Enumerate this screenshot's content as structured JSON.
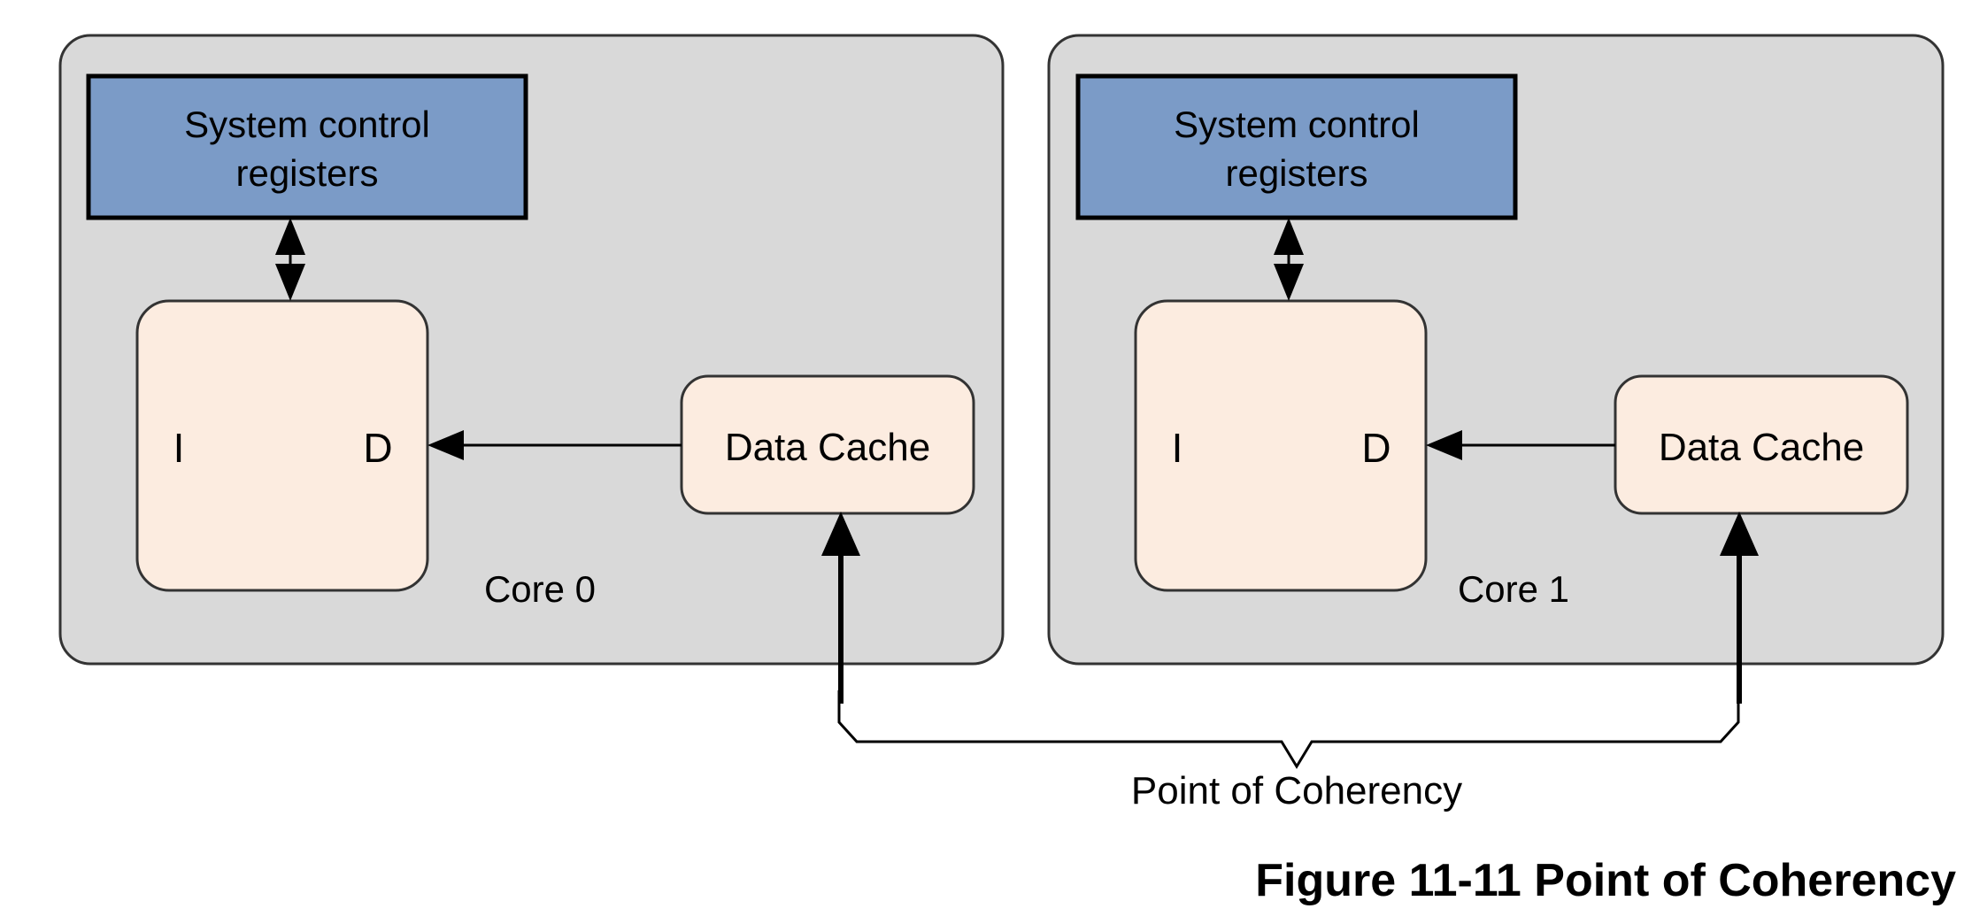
{
  "figure": {
    "caption": "Figure 11-11 Point of Coherency",
    "bus_label": "Point of Coherency",
    "colors": {
      "panel_fill": "#d9d9d9",
      "system_control_registers_fill": "#7b9bc7",
      "cache_fill": "#fcece0",
      "stroke": "#333333",
      "text": "#000000",
      "background": "#ffffff"
    }
  },
  "cores": [
    {
      "id": "core-0",
      "panel_label": "Core 0",
      "system_control_registers": {
        "line1": "System control",
        "line2": "registers"
      },
      "id_unit": {
        "instruction_port": "I",
        "data_port": "D"
      },
      "data_cache": {
        "label": "Data Cache"
      }
    },
    {
      "id": "core-1",
      "panel_label": "Core 1",
      "system_control_registers": {
        "line1": "System control",
        "line2": "registers"
      },
      "id_unit": {
        "instruction_port": "I",
        "data_port": "D"
      },
      "data_cache": {
        "label": "Data Cache"
      }
    }
  ],
  "connectors": [
    {
      "name": "scr-to-id-core0",
      "kind": "double-arrow-vertical"
    },
    {
      "name": "cache-to-d-core0",
      "kind": "single-arrow-left"
    },
    {
      "name": "coherency-to-cache-core0",
      "kind": "single-arrow-up"
    },
    {
      "name": "scr-to-id-core1",
      "kind": "double-arrow-vertical"
    },
    {
      "name": "cache-to-d-core1",
      "kind": "single-arrow-left"
    },
    {
      "name": "coherency-to-cache-core1",
      "kind": "single-arrow-up"
    },
    {
      "name": "coherency-brace",
      "kind": "brace"
    }
  ]
}
